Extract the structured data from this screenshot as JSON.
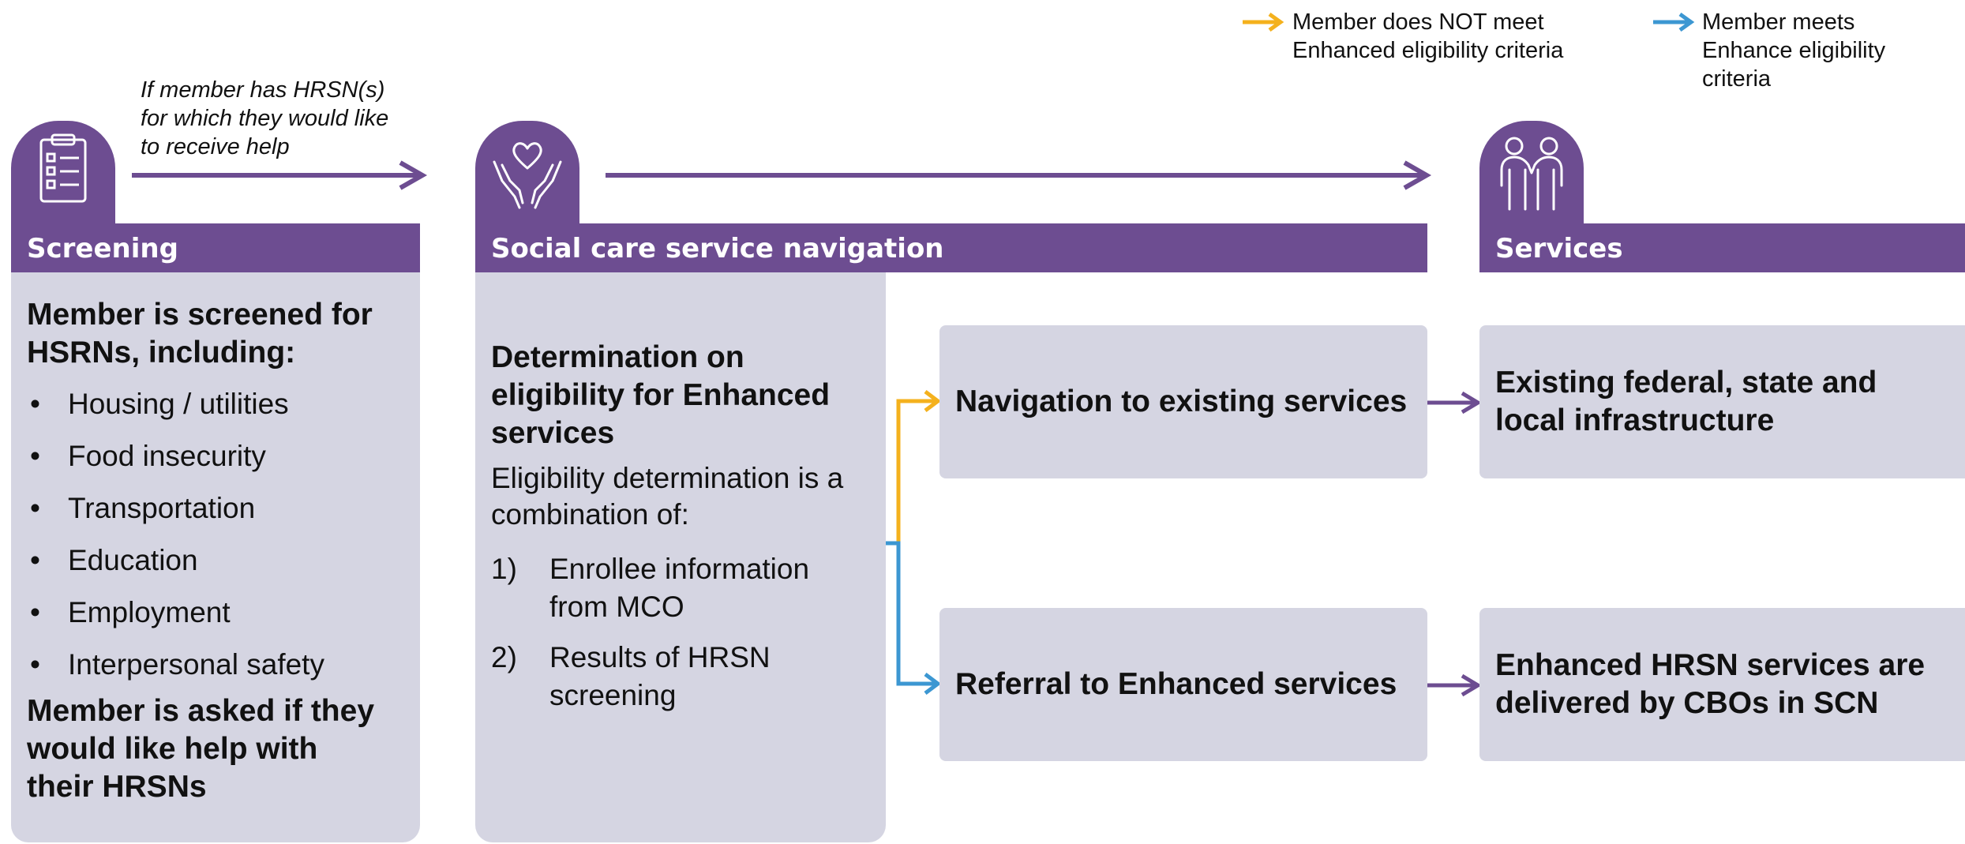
{
  "legend": {
    "not_meet_line1": "Member does NOT meet",
    "not_meet_line2": "Enhanced eligibility criteria",
    "meets_line1": "Member meets",
    "meets_line2": "Enhance eligibility",
    "meets_line3": "criteria",
    "not_meet_color": "#f4b11d",
    "meets_color": "#3c97d2"
  },
  "arrow_note": [
    "If member has HRSN(s)",
    "for which they would like",
    "to receive help"
  ],
  "screening": {
    "icon": "clipboard-checklist-icon",
    "header": "Screening",
    "title": "Member is screened for HSRNs, including:",
    "items": [
      "Housing / utilities",
      "Food insecurity",
      "Transportation",
      "Education",
      "Employment",
      "Interpersonal safety"
    ],
    "closing": "Member is asked if they would like help with their HRSNs"
  },
  "navigation": {
    "icon": "hands-heart-icon",
    "header": "Social care service navigation",
    "title": "Determination on eligibility for Enhanced services",
    "intro": "Eligibility determination is a combination of:",
    "items": [
      {
        "num": "1)",
        "text": "Enrollee information from MCO"
      },
      {
        "num": "2)",
        "text": "Results of HRSN screening"
      }
    ]
  },
  "middle_boxes": {
    "existing": "Navigation to existing services",
    "enhanced": "Referral to Enhanced services"
  },
  "services": {
    "icon": "people-holding-hands-icon",
    "header": "Services",
    "existing": "Existing federal, state and local infrastructure",
    "enhanced": "Enhanced HRSN services are delivered by CBOs in SCN"
  },
  "colors": {
    "purple": "#6d4d91",
    "panel": "#d5d5e2"
  }
}
